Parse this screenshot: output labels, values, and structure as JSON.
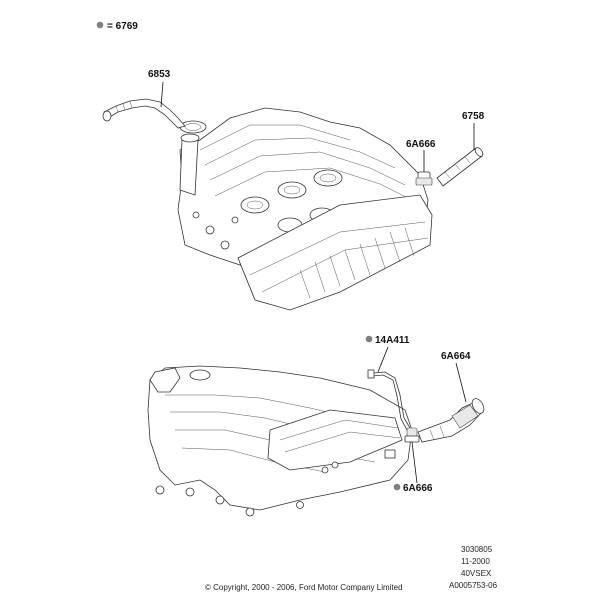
{
  "legend": {
    "dot_color": "#808080",
    "text": "= 6769"
  },
  "callouts": {
    "hose_upper": "6853",
    "valve_upper": "6A666",
    "tube_upper": "6758",
    "wire_lower": "14A411",
    "assembly_lower": "6A664",
    "valve_lower": "6A666"
  },
  "stamp": {
    "line1": "3030805",
    "line2": "11-2000",
    "line3": "40VSEX",
    "line4": "A0005753-06"
  },
  "copyright": "© Copyright, 2000 - 2006, Ford Motor Company Limited",
  "colors": {
    "marker": "#808080",
    "linework": "#333333"
  }
}
